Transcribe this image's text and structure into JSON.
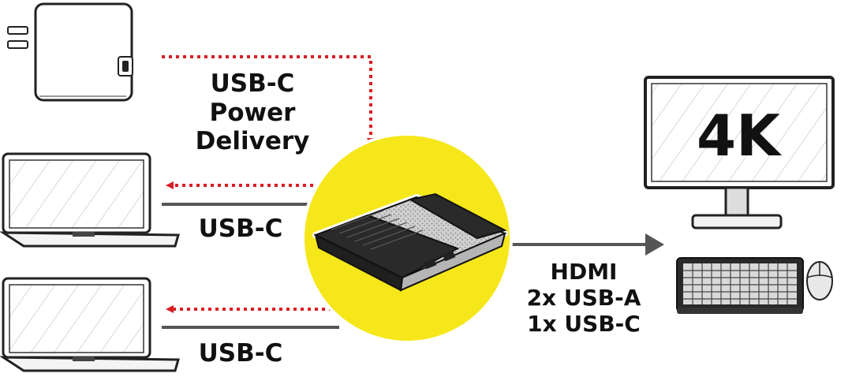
{
  "labels": {
    "power_delivery_line1": "USB-C",
    "power_delivery_line2": "Power Delivery",
    "laptop1_connection": "USB-C",
    "laptop2_connection": "USB-C",
    "output_line1": "HDMI",
    "output_line2": "2x USB-A",
    "output_line3": "1x USB-C",
    "monitor_resolution": "4K"
  },
  "colors": {
    "accent_yellow": "#f5e71a",
    "arrow_red": "#d81e24",
    "line_gray": "#555555"
  }
}
